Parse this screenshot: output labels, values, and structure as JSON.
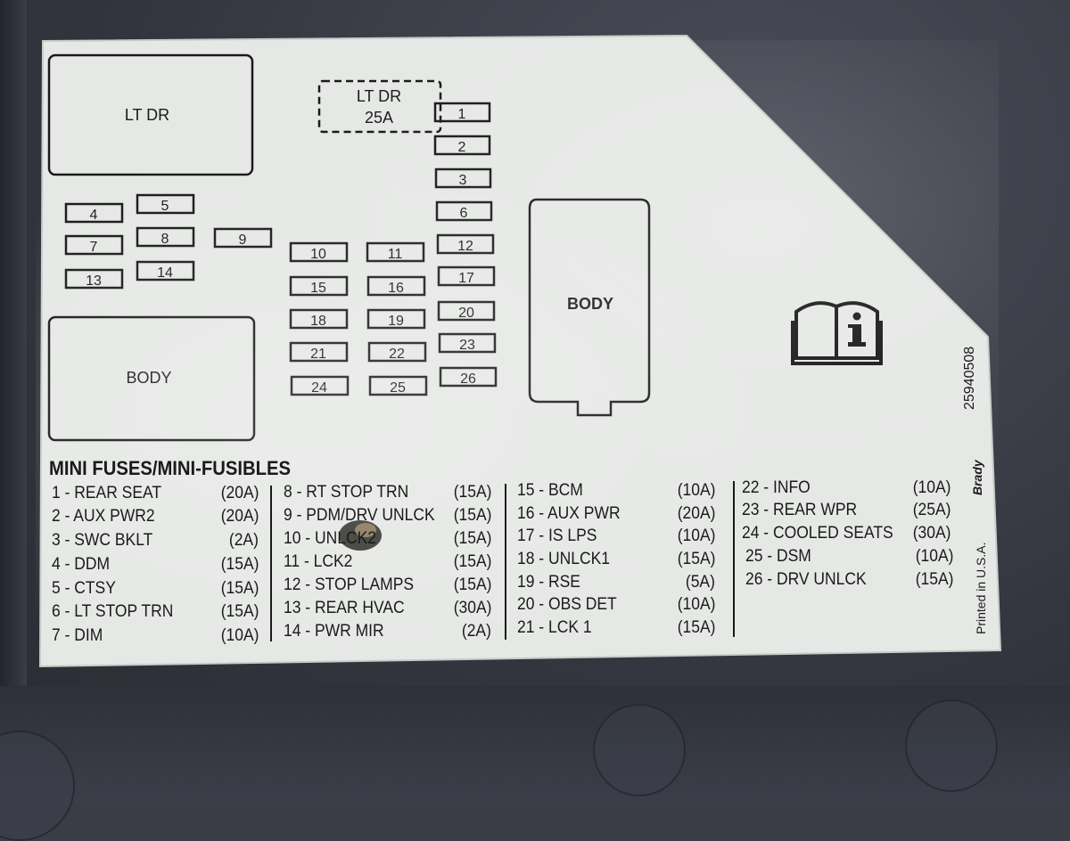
{
  "diagram": {
    "top_left_box": "LT DR",
    "dashed_box_line1": "LT DR",
    "dashed_box_line2": "25A",
    "left_body_box": "BODY",
    "right_body_box": "BODY",
    "fuse_slots": [
      "1",
      "2",
      "3",
      "4",
      "5",
      "6",
      "7",
      "8",
      "9",
      "10",
      "11",
      "12",
      "13",
      "14",
      "15",
      "16",
      "17",
      "18",
      "19",
      "20",
      "21",
      "22",
      "23",
      "24",
      "25",
      "26"
    ]
  },
  "legend": {
    "header": "MINI FUSES/MINI-FUSIBLES",
    "columns": [
      [
        {
          "name": "1 - REAR SEAT",
          "amp": "(20A)"
        },
        {
          "name": "2 - AUX PWR2",
          "amp": "(20A)"
        },
        {
          "name": "3 - SWC BKLT",
          "amp": "(2A)"
        },
        {
          "name": "4 - DDM",
          "amp": "(15A)"
        },
        {
          "name": "5 - CTSY",
          "amp": "(15A)"
        },
        {
          "name": "6 - LT STOP TRN",
          "amp": "(15A)"
        },
        {
          "name": "7 - DIM",
          "amp": "(10A)"
        }
      ],
      [
        {
          "name": "8 - RT STOP TRN",
          "amp": "(15A)"
        },
        {
          "name": "9 - PDM/DRV UNLCK",
          "amp": "(15A)"
        },
        {
          "name": "10 - UNLCK2",
          "amp": "(15A)"
        },
        {
          "name": "11 - LCK2",
          "amp": "(15A)"
        },
        {
          "name": "12 - STOP LAMPS",
          "amp": "(15A)"
        },
        {
          "name": "13 - REAR HVAC",
          "amp": "(30A)"
        },
        {
          "name": "14 - PWR MIR",
          "amp": "(2A)"
        }
      ],
      [
        {
          "name": "15 - BCM",
          "amp": "(10A)"
        },
        {
          "name": "16 - AUX PWR",
          "amp": "(20A)"
        },
        {
          "name": "17 - IS LPS",
          "amp": "(10A)"
        },
        {
          "name": "18 - UNLCK1",
          "amp": "(15A)"
        },
        {
          "name": "19 - RSE",
          "amp": "(5A)"
        },
        {
          "name": "20 - OBS DET",
          "amp": "(10A)"
        },
        {
          "name": "21 - LCK 1",
          "amp": "(15A)"
        }
      ],
      [
        {
          "name": "22 - INFO",
          "amp": "(10A)"
        },
        {
          "name": "23 - REAR WPR",
          "amp": "(25A)"
        },
        {
          "name": "24 - COOLED SEATS",
          "amp": "(30A)"
        },
        {
          "name": "25 - DSM",
          "amp": "(10A)"
        },
        {
          "name": "26 - DRV UNLCK",
          "amp": "(15A)"
        }
      ]
    ]
  },
  "part_number": "25940508",
  "printed_in": "Printed in U.S.A.",
  "brand_mark": "Brady label",
  "manual_icon": "manual-info-icon",
  "colors": {
    "label_background": "#e6e8e6",
    "ink": "#1a1a1a",
    "panel": "#3a3c46"
  }
}
